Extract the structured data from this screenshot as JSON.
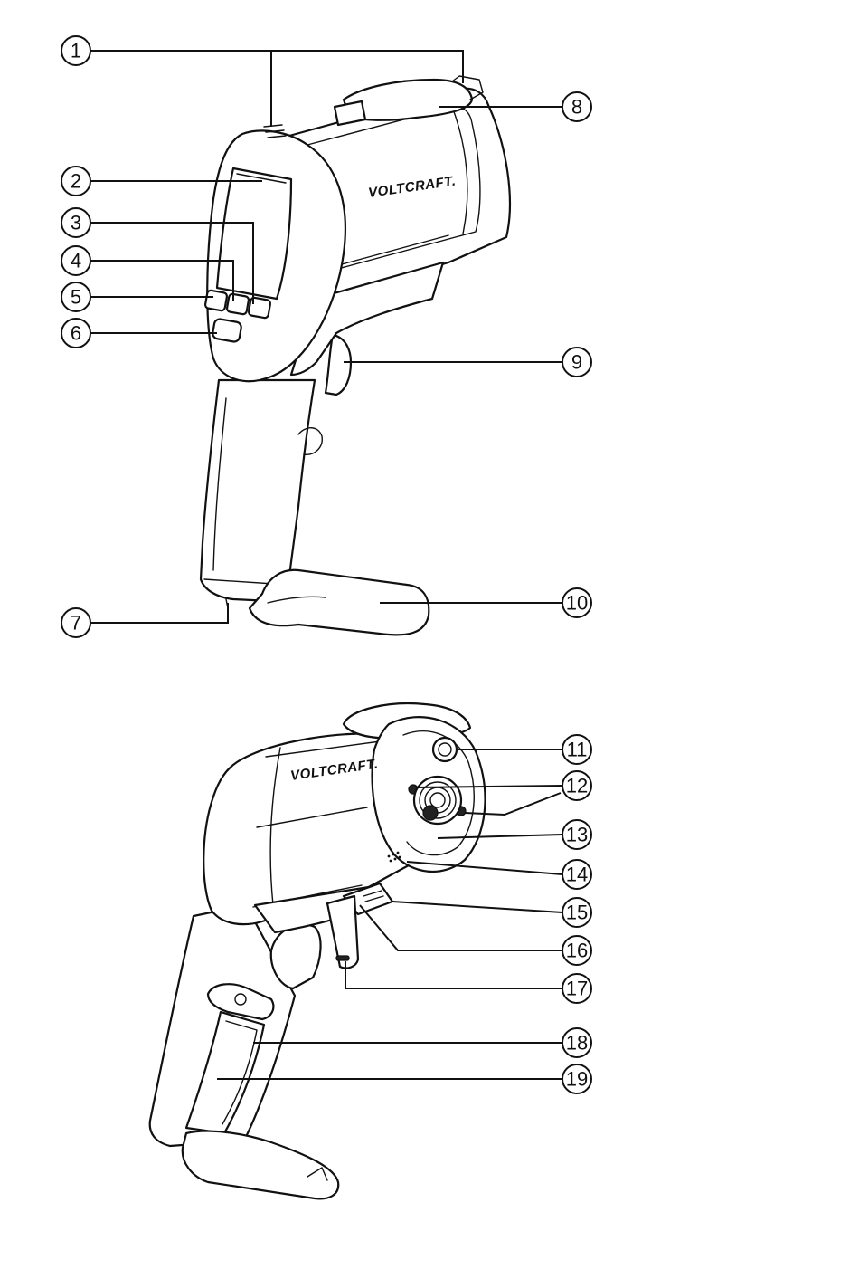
{
  "diagram": {
    "brand_label": "VOLTCRAFT.",
    "callouts": [
      "1",
      "2",
      "3",
      "4",
      "5",
      "6",
      "7",
      "8",
      "9",
      "10",
      "11",
      "12",
      "13",
      "14",
      "15",
      "16",
      "17",
      "18",
      "19"
    ],
    "colors": {
      "ink": "#111111",
      "paper": "#ffffff"
    }
  }
}
